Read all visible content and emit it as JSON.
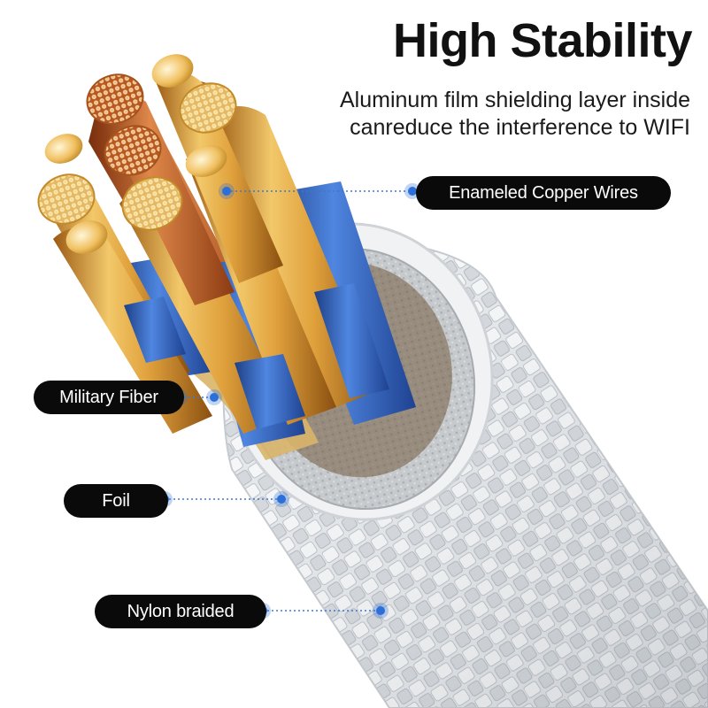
{
  "headline": "High Stability",
  "subtitle_lines": [
    "Aluminum film shielding layer inside",
    "canreduce the interference to WIFI"
  ],
  "callouts": [
    {
      "label": "Enameled Copper Wires",
      "target": "copper-wire"
    },
    {
      "label": "Military Fiber",
      "target": "fiber"
    },
    {
      "label": "Foil",
      "target": "foil"
    },
    {
      "label": "Nylon braided",
      "target": "braid"
    }
  ],
  "colors": {
    "pill_background": "#0a0a0a",
    "pill_text": "#ffffff",
    "marker": "#2d6fd8",
    "copper": "#d98a2a",
    "gold": "#e8b54a",
    "insulation_blue": "#2f5fb8",
    "braid_white": "#e9ecef",
    "foil": "#c9ccd0"
  },
  "icons": {
    "marker": "blue-dot-icon"
  }
}
